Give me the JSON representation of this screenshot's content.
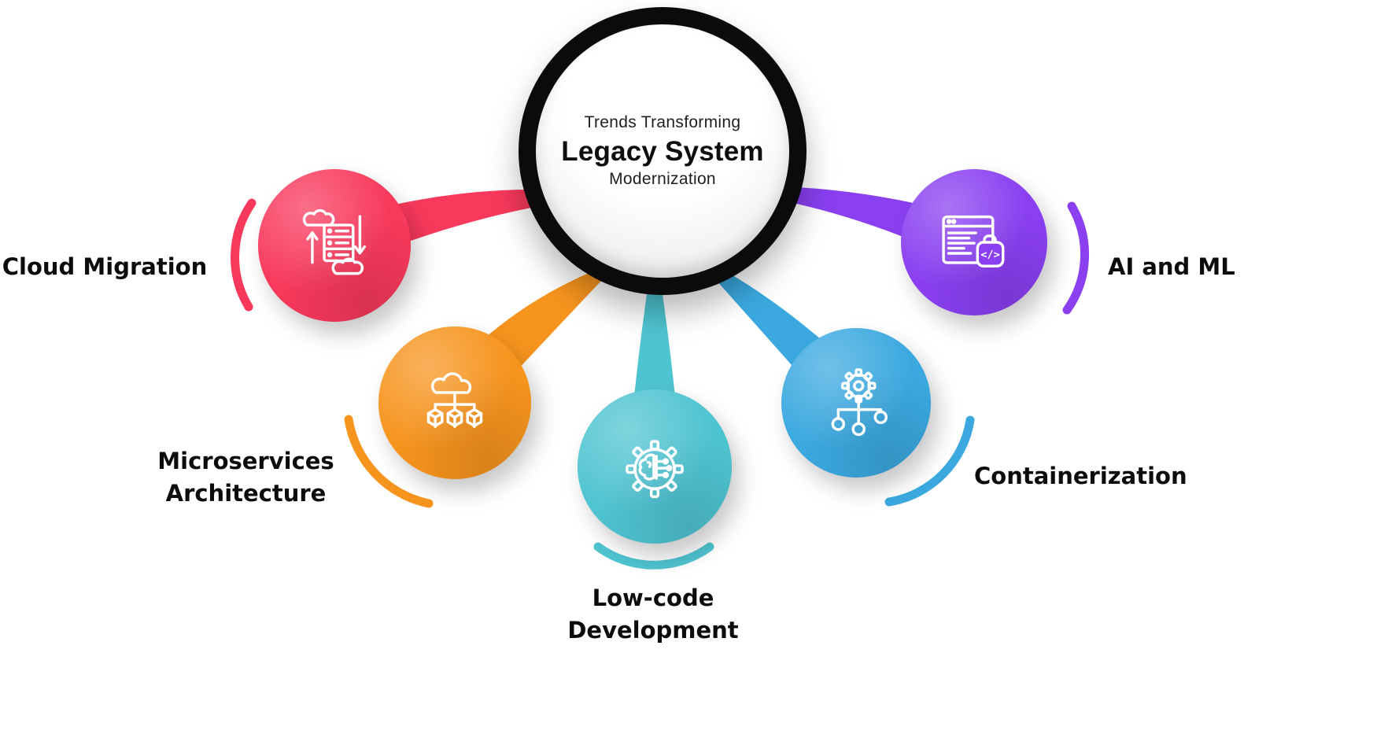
{
  "center": {
    "line1": "Trends Transforming",
    "line2": "Legacy System",
    "line3": "Modernization",
    "ring_color": "#0B0B0B",
    "fill_color": "#FFFFFF"
  },
  "nodes": [
    {
      "id": "cloud-migration",
      "label_lines": [
        "Cloud Migration"
      ],
      "color": "#F8395C",
      "icon": "cloud-migration-icon"
    },
    {
      "id": "microservices-architecture",
      "label_lines": [
        "Microservices",
        "Architecture"
      ],
      "color": "#F7941E",
      "icon": "microservices-icon"
    },
    {
      "id": "low-code-development",
      "label_lines": [
        "Low-code",
        "Development"
      ],
      "color": "#4FC4D1",
      "icon": "low-code-icon"
    },
    {
      "id": "containerization",
      "label_lines": [
        "Containerization"
      ],
      "color": "#3BA9E0",
      "icon": "containerization-icon"
    },
    {
      "id": "ai-and-ml",
      "label_lines": [
        "AI and ML"
      ],
      "color": "#8A3FF1",
      "icon": "ai-ml-icon",
      "icon_glyph": "</>"
    }
  ],
  "background_color": "#FFFFFF",
  "label_color": "#0C0C0C"
}
